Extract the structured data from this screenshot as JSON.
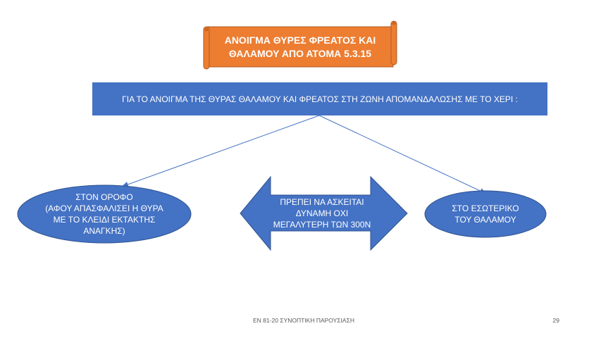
{
  "title": {
    "lines": [
      "ΑΝΟΙΓΜΑ ΘΥΡΕΣ ΦΡΕΑΤΟΣ ΚΑΙ",
      "ΘΑΛΑΜΟΥ ΑΠΟ ΑΤΟΜΑ 5.3.15"
    ]
  },
  "banner": {
    "text": "ΓΙΑ ΤΟ ΑΝΟΙΓΜΑ ΤΗΣ ΘΥΡΑΣ ΘΑΛΑΜΟΥ ΚΑΙ ΦΡΕΑΤΟΣ ΣΤΗ ΖΩΝΗ ΑΠΟΜΑΝΔΑΛΩΣΗΣ ΜΕ ΤΟ ΧΕΡΙ :"
  },
  "left_node": {
    "lines": [
      "ΣΤΟΝ ΟΡΟΦΟ",
      "(ΑΦΟΥ ΑΠΑΣΦΑΛΙΣΕΙ Η ΘΥΡΑ",
      "ΜΕ ΤΟ ΚΛΕΙΔΙ ΕΚΤΑΚΤΗΣ",
      "ΑΝΑΓΚΗΣ)"
    ]
  },
  "center_node": {
    "lines": [
      "ΠΡΕΠΕΙ ΝΑ ΑΣΚΕΙΤΑΙ",
      "ΔΥΝΑΜΗ ΟΧΙ",
      "ΜΕΓΑΛΥΤΕΡΗ ΤΩΝ 300Ν"
    ]
  },
  "right_node": {
    "lines": [
      "ΣΤΟ ΕΣΩΤΕΡΙΚΟ",
      "ΤΟΥ ΘΑΛΑΜΟΥ"
    ]
  },
  "footer": {
    "center": "ΕΝ 81-20 ΣΥΝΟΠΤΙΚΗ ΠΑΡΟΥΣΙΑΣΗ",
    "page_number": "29"
  },
  "colors": {
    "shape_fill": "#4472c4",
    "shape_stroke": "#2f528f",
    "title_fill": "#ed7d31",
    "title_stroke": "#ae5a21",
    "connector": "#4472c4"
  }
}
